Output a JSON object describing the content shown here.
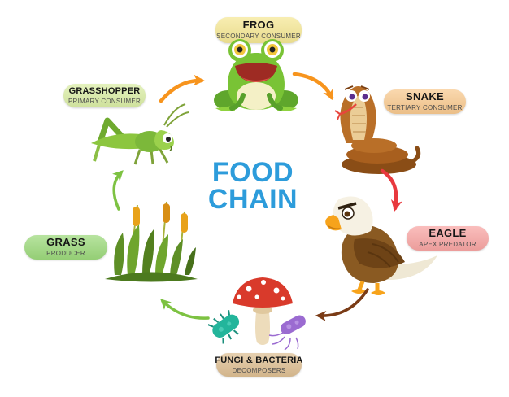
{
  "diagram": {
    "title_line1": "FOOD",
    "title_line2": "CHAIN",
    "title_color": "#2D9CDB",
    "background_color": "#FFFFFF"
  },
  "nodes": {
    "frog": {
      "label": "FROG",
      "sublabel": "SECONDARY CONSUMER",
      "box_color": "#F5E794",
      "illustration": "frog-cartoon"
    },
    "snake": {
      "label": "SNAKE",
      "sublabel": "TERTIARY CONSUMER",
      "box_color": "#F8C98F",
      "illustration": "cobra-snake-cartoon"
    },
    "eagle": {
      "label": "EAGLE",
      "sublabel": "APEX PREDATOR",
      "box_color": "#F8A5A3",
      "illustration": "bald-eagle-cartoon"
    },
    "fungi": {
      "label": "FUNGI & BACTERIA",
      "sublabel": "DECOMPOSERS",
      "box_color": "#DDBE92",
      "illustration": "mushroom-and-bacteria-cartoon"
    },
    "grass": {
      "label": "GRASS",
      "sublabel": "PRODUCER",
      "box_color": "#9CD97B",
      "illustration": "grass-with-cattails-cartoon"
    },
    "grasshopper": {
      "label": "GRASSHOPPER",
      "sublabel": "PRIMARY CONSUMER",
      "box_color": "#DAEDA5",
      "illustration": "grasshopper-cartoon"
    }
  },
  "arrows": {
    "grasshopper_to_frog": {
      "from": "grasshopper",
      "to": "frog",
      "color": "#F7941D"
    },
    "frog_to_snake": {
      "from": "frog",
      "to": "snake",
      "color": "#F7941D"
    },
    "snake_to_eagle": {
      "from": "snake",
      "to": "eagle",
      "color": "#E8393E"
    },
    "eagle_to_fungi": {
      "from": "eagle",
      "to": "fungi",
      "color": "#7A3B16"
    },
    "fungi_to_grass": {
      "from": "fungi",
      "to": "grass",
      "color": "#7DC242"
    },
    "grass_to_grasshopper": {
      "from": "grass",
      "to": "grasshopper",
      "color": "#7DC242"
    }
  }
}
